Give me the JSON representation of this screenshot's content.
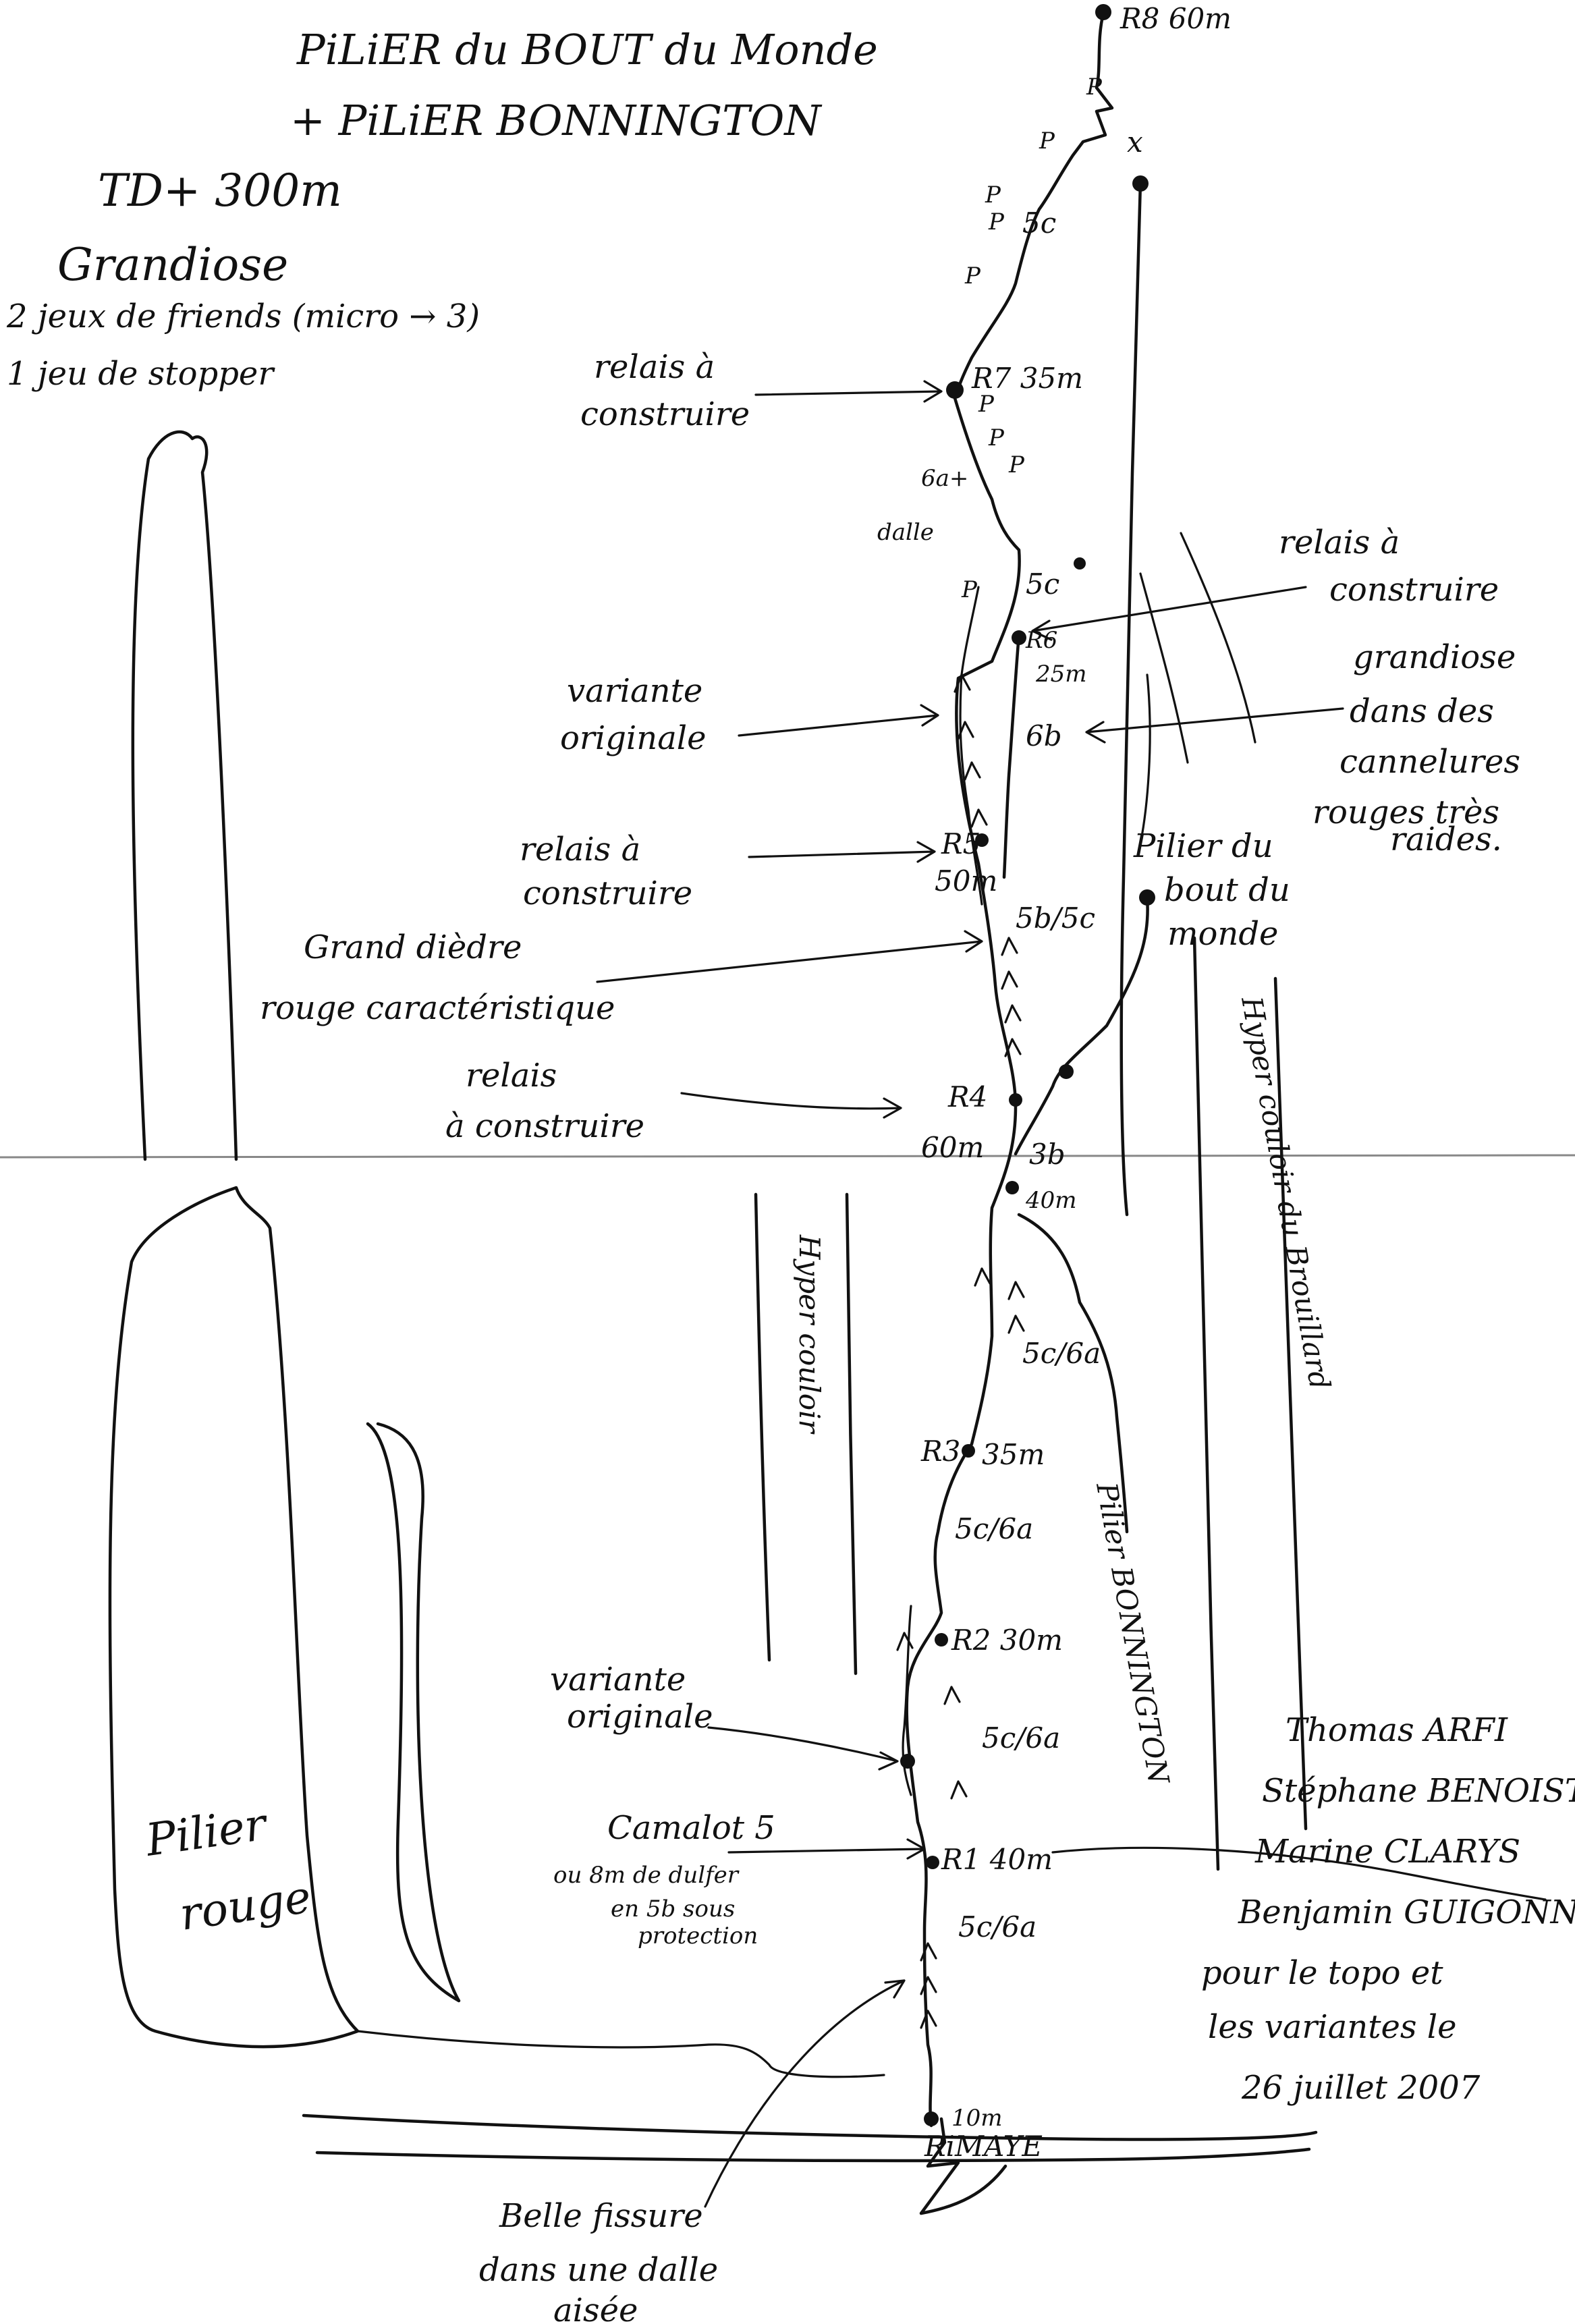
{
  "title": {
    "line1": "PiLiER du BOUT du Monde",
    "line2": "+ PiLiER BONNINGTON"
  },
  "summary": {
    "grade": "TD+ 300m",
    "quality": "Grandiose",
    "gear1": "2 jeux de friends (micro → 3)",
    "gear2": "1 jeu de stopper"
  },
  "belays": [
    {
      "id": "R8",
      "name": "R8",
      "length": "60m"
    },
    {
      "id": "R7",
      "name": "R7",
      "length": "35m"
    },
    {
      "id": "R6",
      "name": "R6",
      "length": "25m"
    },
    {
      "id": "R5",
      "name": "R5",
      "length": "50m"
    },
    {
      "id": "R4",
      "name": "R4",
      "length": "60m"
    },
    {
      "id": "R3",
      "name": "R3",
      "length": "35m"
    },
    {
      "id": "R2",
      "name": "R2",
      "length": "30m"
    },
    {
      "id": "R1",
      "name": "R1",
      "length": "40m"
    }
  ],
  "grades": {
    "top": "5c",
    "a6": "6a+",
    "dalle": "dalle",
    "g5c": "5c",
    "g6b": "6b",
    "g5b5c": "5b/5c",
    "g3b": "3b",
    "g40m": "40m",
    "g5c6a_1": "5c/6a",
    "g5c6a_2": "5c/6a",
    "g5c6a_3": "5c/6a",
    "g5c6a_4": "5c/6a",
    "start": "10m"
  },
  "annotations": {
    "relais_a_construire": [
      "relais à",
      "construire"
    ],
    "relais_right": [
      "relais à",
      "construire"
    ],
    "relais_mid": [
      "relais à",
      "construire"
    ],
    "relais_lower": [
      "relais",
      "à construire"
    ],
    "grandiose": [
      "grandiose",
      "dans des",
      "cannelures",
      "rouges très",
      "raides."
    ],
    "variante1": [
      "variante",
      "originale"
    ],
    "variante2": [
      "variante",
      "originale"
    ],
    "diedre": [
      "Grand dièdre",
      "rouge caractéristique"
    ],
    "camalot": [
      "Camalot 5",
      "ou 8m de dulfer",
      "en 5b sous",
      "protection"
    ],
    "fissure": [
      "Belle fissure",
      "dans une dalle",
      "aisée"
    ]
  },
  "labels": {
    "pilier_bout": [
      "Pilier du",
      "bout du",
      "monde"
    ],
    "hyper_couloir_brouillard": "Hyper couloir du Brouillard",
    "hyper_couloir_left": "Hyper couloir",
    "pilier_bonnington": "Pilier BONNINGTON",
    "pilier_rouge": [
      "Pilier",
      "rouge"
    ],
    "rimaye": "RiMAYE"
  },
  "credits": [
    "Thomas ARFI",
    "Stéphane BENOIST",
    "Marine CLARYS",
    "Benjamin GUIGONNET",
    "pour le topo et",
    "les variantes le",
    "26 juillet 2007"
  ],
  "piton_mark": "P",
  "x_mark": "x"
}
